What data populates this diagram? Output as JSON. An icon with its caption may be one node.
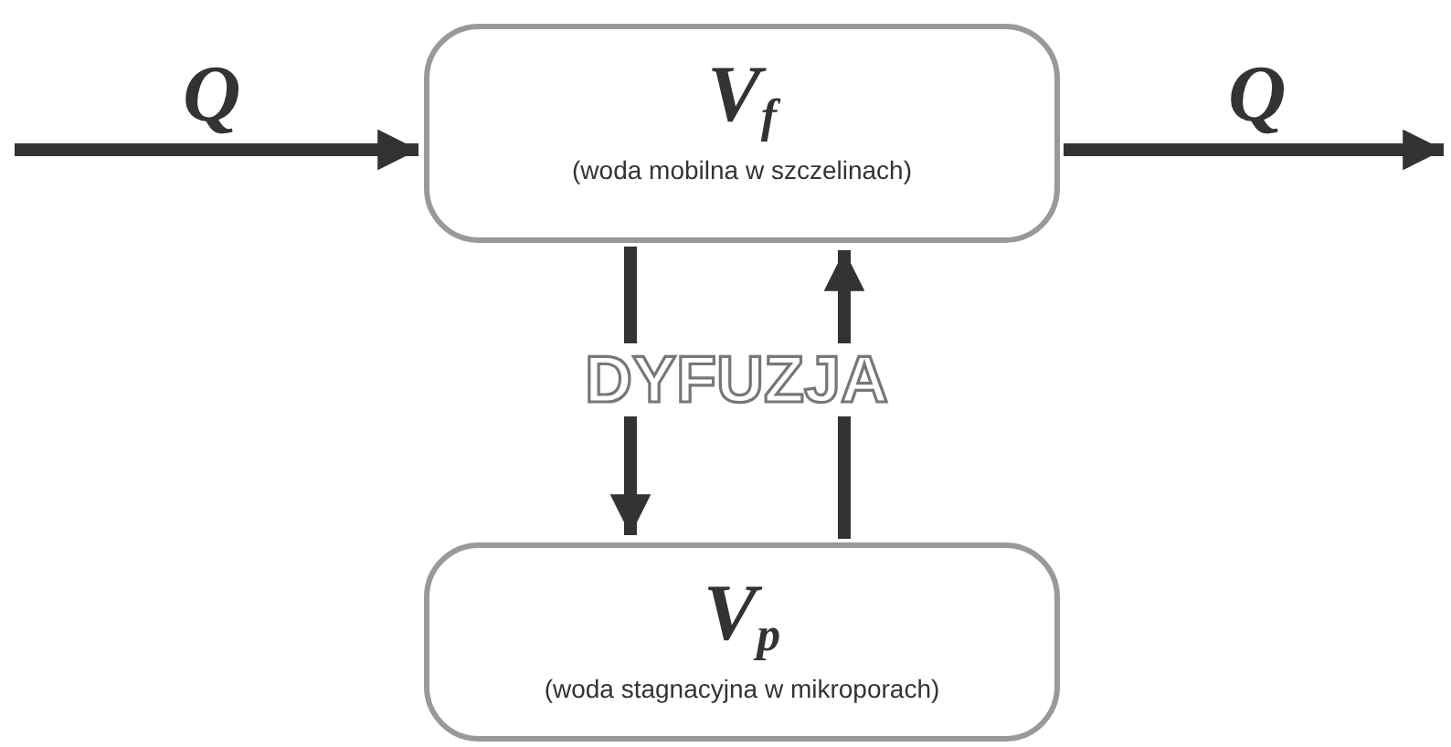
{
  "diagram": {
    "nodes": [
      {
        "text": [
          "V$_{f}$",
          "(woda mobilna w szczelinach)"
        ]
      },
      {
        "text": [
          "V$_{p}$",
          "(woda stagnacyjna w mikroporach)"
        ]
      }
    ],
    "edges": [
      {
        "from": null,
        "to": 0,
        "arrow": "to",
        "label": "Q"
      },
      {
        "from": 0,
        "to": null,
        "arrow": "to",
        "label": "Q"
      },
      {
        "from": 0,
        "to": 1,
        "arrow": "to"
      },
      {
        "from": 1,
        "to": 0,
        "arrow": "to"
      }
    ],
    "labels": [
      "DYFUZJA"
    ]
  }
}
